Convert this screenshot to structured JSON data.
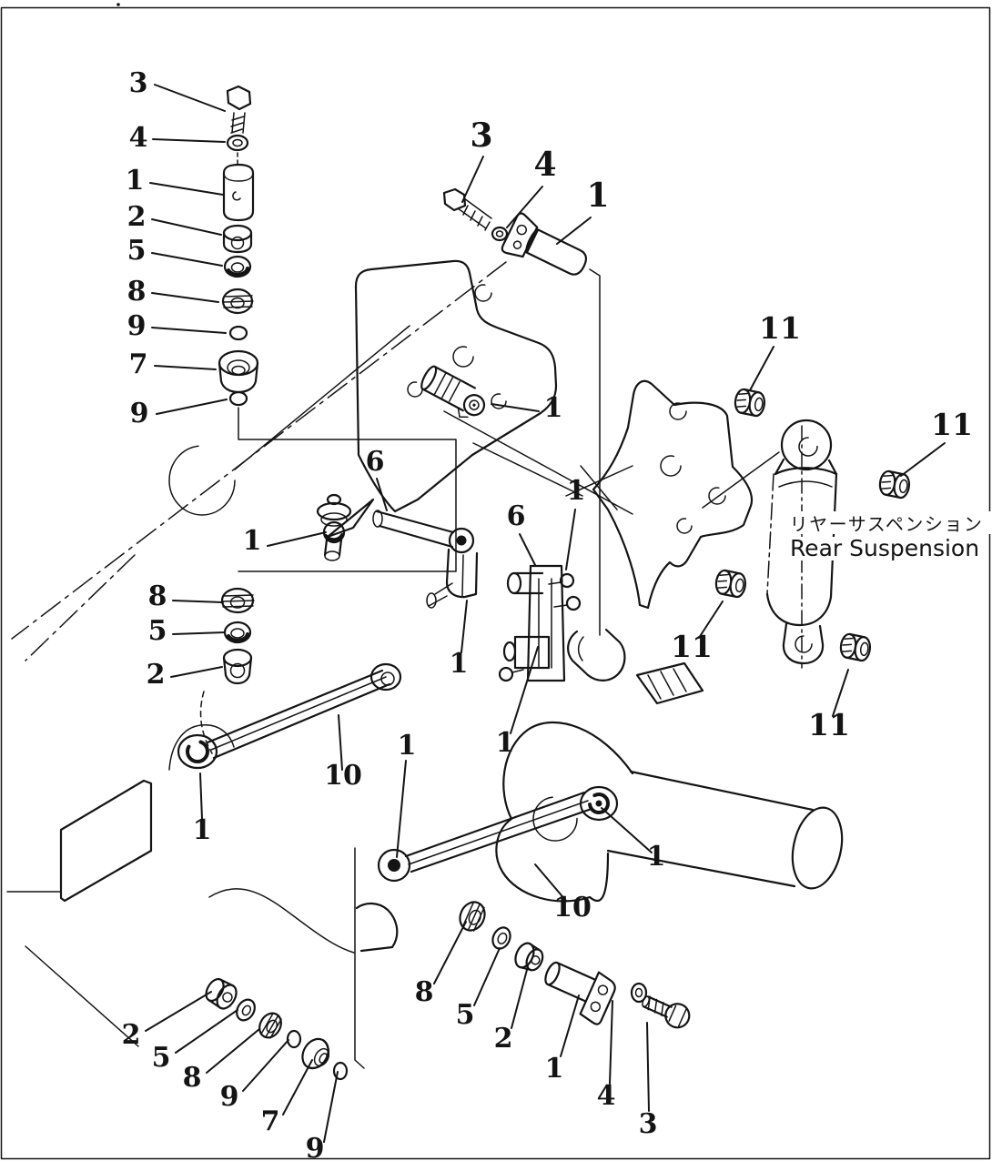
{
  "figure": {
    "caption_jp": "リヤーサスペンション",
    "caption_en": "Rear Suspension"
  },
  "colors": {
    "ink": "#141414",
    "paper": "#ffffff"
  },
  "callouts": [
    "3",
    "4",
    "1",
    "2",
    "5",
    "8",
    "9",
    "7",
    "9",
    "3",
    "4",
    "1",
    "1",
    "6",
    "1",
    "6",
    "1",
    "11",
    "11",
    "8",
    "5",
    "2",
    "1",
    "1",
    "11",
    "11",
    "1",
    "10",
    "1",
    "1",
    "10",
    "8",
    "5",
    "2",
    "1",
    "4",
    "3",
    "2",
    "5",
    "8",
    "9",
    "7",
    "9"
  ]
}
